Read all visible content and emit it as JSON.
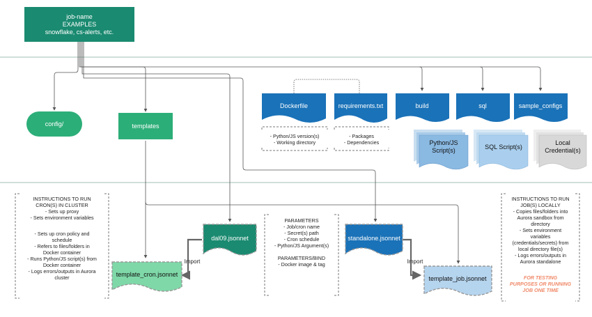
{
  "root": {
    "title": "job-name",
    "subtitle": "EXAMPLES",
    "examples": "snowflake, cs-alerts, etc."
  },
  "config": {
    "label": "config/"
  },
  "templates": {
    "label": "templates"
  },
  "dockerfile": {
    "label": "Dockerfile",
    "notes": [
      "- Python/JS version(s)",
      "- Working directory"
    ]
  },
  "requirements": {
    "label": "requirements.txt",
    "notes": [
      "- Packages",
      "- Dependencies"
    ]
  },
  "build": {
    "label": "build",
    "stack": [
      "Python/JS",
      "Script(s)"
    ]
  },
  "sql": {
    "label": "sql",
    "stack": [
      "SQL Script(s)"
    ]
  },
  "sample_configs": {
    "label": "sample_configs",
    "stack": [
      "Local",
      "Credential(s)"
    ]
  },
  "cron_instructions": {
    "lines": [
      "INSTRUCTIONS TO RUN",
      "CRON(S) IN CLUSTER",
      "- Sets up proxy",
      "- Sets environment variables",
      "",
      "- Sets up cron policy and",
      "schedule",
      "- Refers to files/folders in",
      "Docker container",
      "- Runs Python/JS script(s) from",
      "Docker container",
      "- Logs errors/outputs in Aurora",
      "cluster"
    ]
  },
  "parameters": {
    "lines": [
      "PARAMETERS",
      "- Job/cron name",
      "- Secret(s) path",
      "- Cron schedule",
      "- Python/JS Argument(s)",
      "",
      "PARAMETERS/BIND",
      "- Docker image & tag"
    ]
  },
  "local_instructions": {
    "lines": [
      "INSTRUCTIONS TO RUN",
      "JOB(S) LOCALLY",
      "- Copies files/folders into",
      "Aurora sandbox from",
      "directory",
      "- Sets environment",
      "variables",
      "(credentials/secrets) from",
      "local directory file(s)",
      "- Logs errors/outputs in",
      "Aurora standalone"
    ],
    "testing_note": [
      "FOR TESTING",
      "PURPOSES OR RUNNING",
      "JOB ONE TIME"
    ]
  },
  "dal09": {
    "label": "dal09.jsonnet"
  },
  "template_cron": {
    "label": "template_cron.jsonnet"
  },
  "standalone": {
    "label": "standalone.jsonnet"
  },
  "template_job": {
    "label": "template_job.jsonnet"
  },
  "import_label": "Import",
  "colors": {
    "dark_green": "#1a8a70",
    "green": "#2cae78",
    "light_green": "#7fd8a8",
    "blue": "#1a72b8",
    "light_blue": "#9ec7e8",
    "gray": "#d8d8d8",
    "testing": "#f08a6a"
  }
}
